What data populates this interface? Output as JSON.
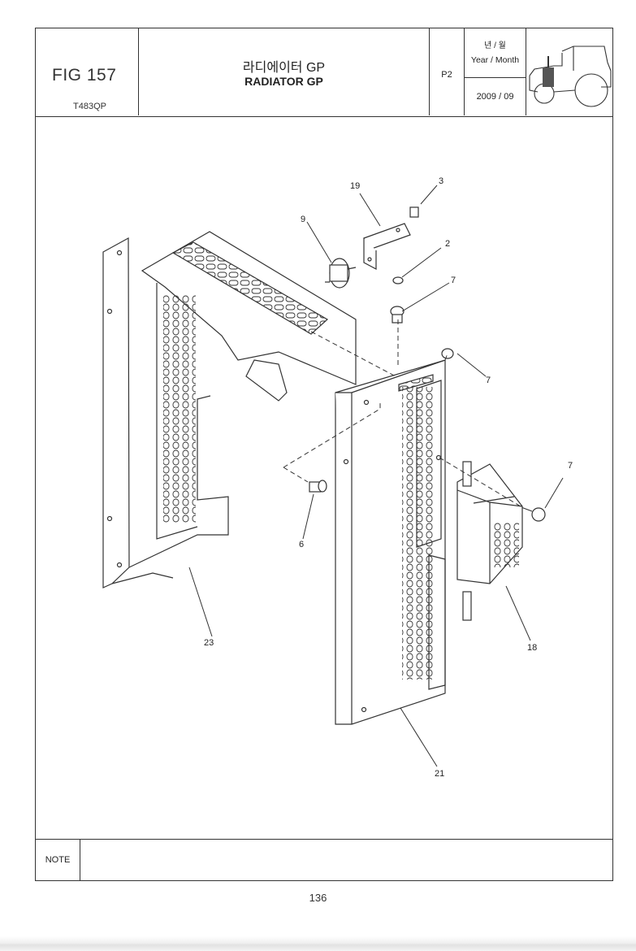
{
  "header": {
    "fig_label": "FIG 157",
    "model_code": "T483QP",
    "title_kr": "라디에이터 GP",
    "title_en": "RADIATOR GP",
    "page_code": "P2",
    "year_month_kr": "년 / 월",
    "year_month_en": "Year / Month",
    "year_month_value": "2009  / 09"
  },
  "diagram": {
    "callouts": [
      "19",
      "3",
      "9",
      "2",
      "7",
      "7",
      "7",
      "6",
      "23",
      "18",
      "21"
    ]
  },
  "note": {
    "label": "NOTE",
    "text": ""
  },
  "footer": {
    "page_number": "136"
  }
}
